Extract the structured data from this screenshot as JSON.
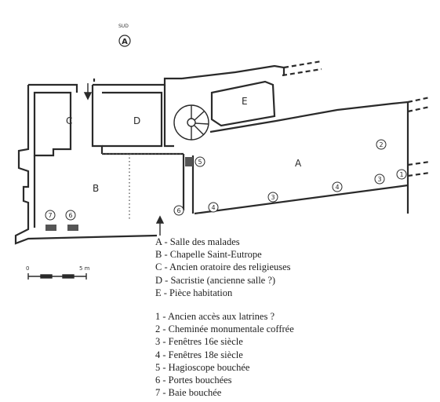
{
  "north": {
    "label": "SUD",
    "letter": "A"
  },
  "rooms": {
    "A": "A",
    "B": "B",
    "C": "C",
    "D": "D",
    "E": "E"
  },
  "markers": [
    "1",
    "2",
    "3",
    "4",
    "5",
    "6",
    "7"
  ],
  "scale": {
    "start": "0",
    "end": "5 m"
  },
  "legend_rooms": [
    "A - Salle des malades",
    "B - Chapelle Saint-Eutrope",
    "C - Ancien oratoire des religieuses",
    "D - Sacristie (ancienne salle ?)",
    "E - Pièce habitation"
  ],
  "legend_features": [
    "1 - Ancien accès aux latrines ?",
    "2 - Cheminée monumentale coffrée",
    "3 - Fenêtres 16e siècle",
    "4 - Fenêtres 18e siècle",
    "5 - Hagioscope bouchée",
    "6 - Portes bouchées",
    "7 - Baie bouchée"
  ]
}
